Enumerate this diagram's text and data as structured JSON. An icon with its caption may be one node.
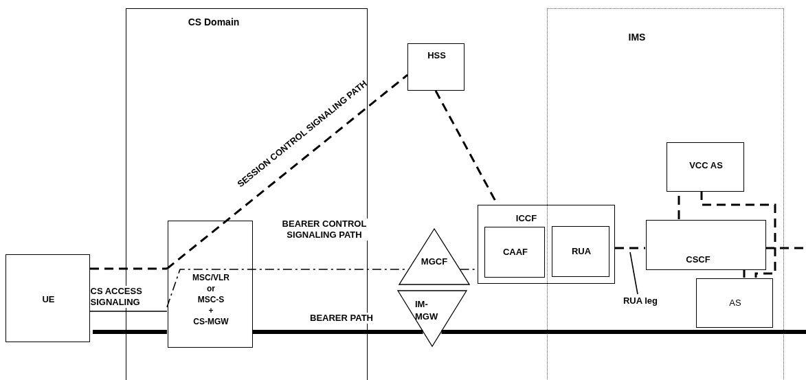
{
  "diagram": {
    "nodes": [
      {
        "text": [
          "CS Domain"
        ]
      },
      {
        "text": [
          "HSS"
        ]
      },
      {
        "text": [
          "IMS"
        ]
      },
      {
        "text": [
          "VCC AS"
        ],
        "in": 2
      },
      {
        "text": [
          "ICCF"
        ]
      },
      {
        "text": [
          "CAAF"
        ],
        "in": 4
      },
      {
        "text": [
          "RUA"
        ]
      },
      {
        "text": [
          "CSCF"
        ],
        "in": 2
      },
      {
        "text": [
          "MSC/VLR or MSC-S + CS-MGW"
        ],
        "in": 0
      },
      {
        "text": [
          "MGCF"
        ]
      },
      {
        "text": [
          "UE"
        ]
      },
      {
        "text": [
          "RUA leg"
        ],
        "in": 2
      },
      {
        "text": [
          "AS"
        ],
        "in": 2
      },
      {
        "text": [
          "IM-MGW"
        ]
      }
    ],
    "edges": [
      {
        "from": 10,
        "to": 8,
        "arrow": "none",
        "style": "dashed"
      },
      {
        "from": 8,
        "to": 1,
        "arrow": "none",
        "style": "dashed",
        "label": "SESSION CONTROL SIGNALING PATH"
      },
      {
        "from": 1,
        "to": 4,
        "arrow": "none",
        "style": "dashed"
      },
      {
        "from": 4,
        "to": 7,
        "arrow": "none",
        "style": "dashed"
      },
      {
        "from": 7,
        "to": 3,
        "arrow": "none",
        "style": "dashed"
      },
      {
        "from": 3,
        "to": 12,
        "arrow": "none",
        "style": "dashed"
      },
      {
        "from": 12,
        "to": 7,
        "arrow": "none",
        "style": "dashed"
      },
      {
        "from": 7,
        "to": null,
        "arrow": "none",
        "style": "dashed"
      },
      {
        "from": 8,
        "to": 9,
        "arrow": "none",
        "style": "dashed",
        "label": "BEARER CONTROL SIGNALING PATH"
      },
      {
        "from": 9,
        "to": 4,
        "arrow": "none",
        "style": "dashed"
      },
      {
        "from": 10,
        "to": 8,
        "arrow": "none",
        "label": "CS ACCESS SIGNALING"
      },
      {
        "from": 10,
        "to": 8,
        "arrow": "none",
        "style": "thick"
      },
      {
        "from": 8,
        "to": 13,
        "arrow": "none",
        "style": "thick",
        "label": "BEARER PATH"
      },
      {
        "from": 13,
        "to": null,
        "arrow": "none",
        "style": "thick"
      },
      {
        "from": 11,
        "to": null,
        "arrow": "none"
      }
    ]
  }
}
